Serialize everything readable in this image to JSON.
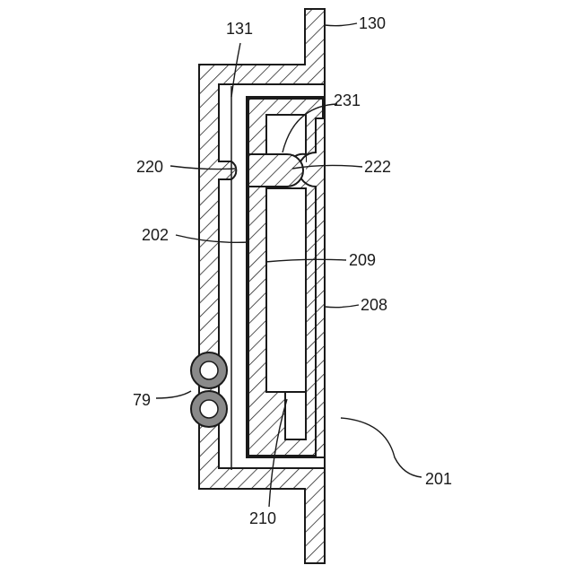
{
  "figure": {
    "labels": {
      "l130": "130",
      "l131": "131",
      "l231": "231",
      "l220": "220",
      "l222": "222",
      "l202": "202",
      "l209": "209",
      "l208": "208",
      "l79": "79",
      "l201": "201",
      "l210": "210"
    }
  }
}
